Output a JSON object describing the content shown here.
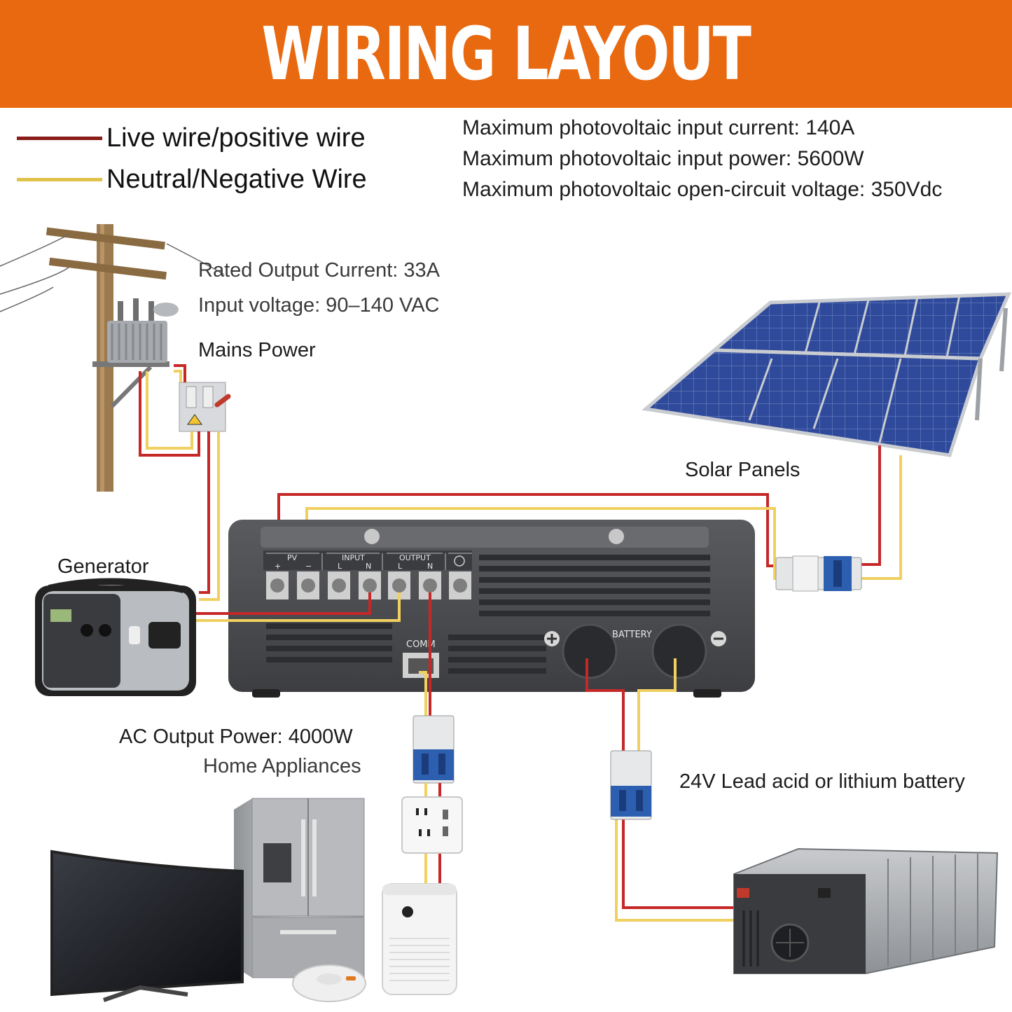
{
  "header": {
    "title": "WIRING LAYOUT"
  },
  "colors": {
    "banner": "#e8690f",
    "live_wire": "#8b1c1c",
    "neutral_wire": "#e0c24a",
    "wire_red": "#c62828",
    "wire_yellow": "#f0d060"
  },
  "legend": [
    {
      "label": "Live wire/positive wire",
      "color": "#8b1c1c"
    },
    {
      "label": "Neutral/Negative Wire",
      "color": "#e0c24a"
    }
  ],
  "pv_specs": {
    "max_current": "Maximum photovoltaic input current: 140A",
    "max_power": "Maximum photovoltaic input power: 5600W",
    "max_voc": "Maximum photovoltaic open-circuit voltage: 350Vdc"
  },
  "mains": {
    "rated_current": "Rated Output Current: 33A",
    "input_voltage": "Input voltage: 90–140 VAC",
    "label": "Mains Power"
  },
  "generator": {
    "label": "Generator"
  },
  "solar": {
    "label": "Solar Panels"
  },
  "output": {
    "power": "AC Output Power: 4000W",
    "label": "Home Appliances"
  },
  "battery": {
    "label": "24V Lead acid or lithium battery"
  },
  "inverter": {
    "pv": "PV",
    "input": "INPUT",
    "output": "OUTPUT",
    "L": "L",
    "N": "N",
    "plus": "+",
    "minus": "−",
    "comm": "COMM",
    "battery": "BATTERY"
  },
  "icons": [
    "utility-pole-icon",
    "transformer-icon",
    "disconnect-switch-icon",
    "generator-icon",
    "solar-panel-icon",
    "inverter-icon",
    "breaker-icon",
    "wall-socket-icon",
    "refrigerator-icon",
    "tv-icon",
    "air-purifier-icon",
    "robot-vacuum-icon",
    "battery-pack-icon"
  ]
}
